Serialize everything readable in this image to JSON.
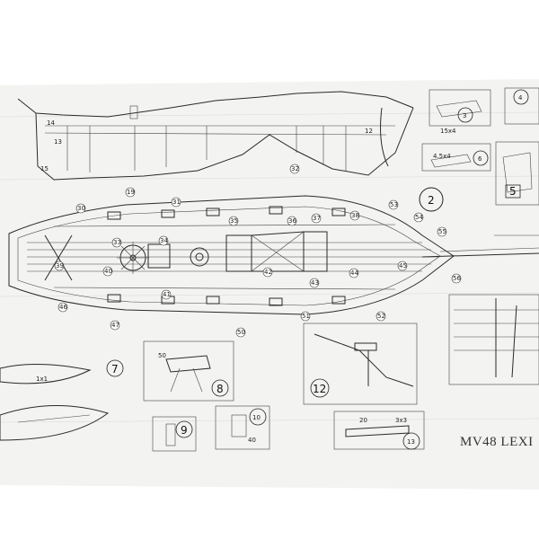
{
  "plan_sheet": {
    "title": "MV48 LEXI",
    "big_labels": [
      "2",
      "3",
      "4",
      "5",
      "6",
      "7",
      "8",
      "9",
      "10",
      "12",
      "13"
    ],
    "profile_labels": [
      "14",
      "13",
      "15",
      "12"
    ],
    "deck_callouts": [
      "19",
      "30",
      "31",
      "32",
      "33",
      "34",
      "35",
      "36",
      "37",
      "38",
      "39",
      "40",
      "41",
      "42",
      "43",
      "44",
      "45",
      "46",
      "47",
      "50",
      "51",
      "52",
      "53",
      "54",
      "55",
      "56"
    ],
    "dimension_notes": [
      "15x4",
      "4.5x4",
      "1x1",
      "50",
      "40",
      "20",
      "3x3"
    ]
  }
}
